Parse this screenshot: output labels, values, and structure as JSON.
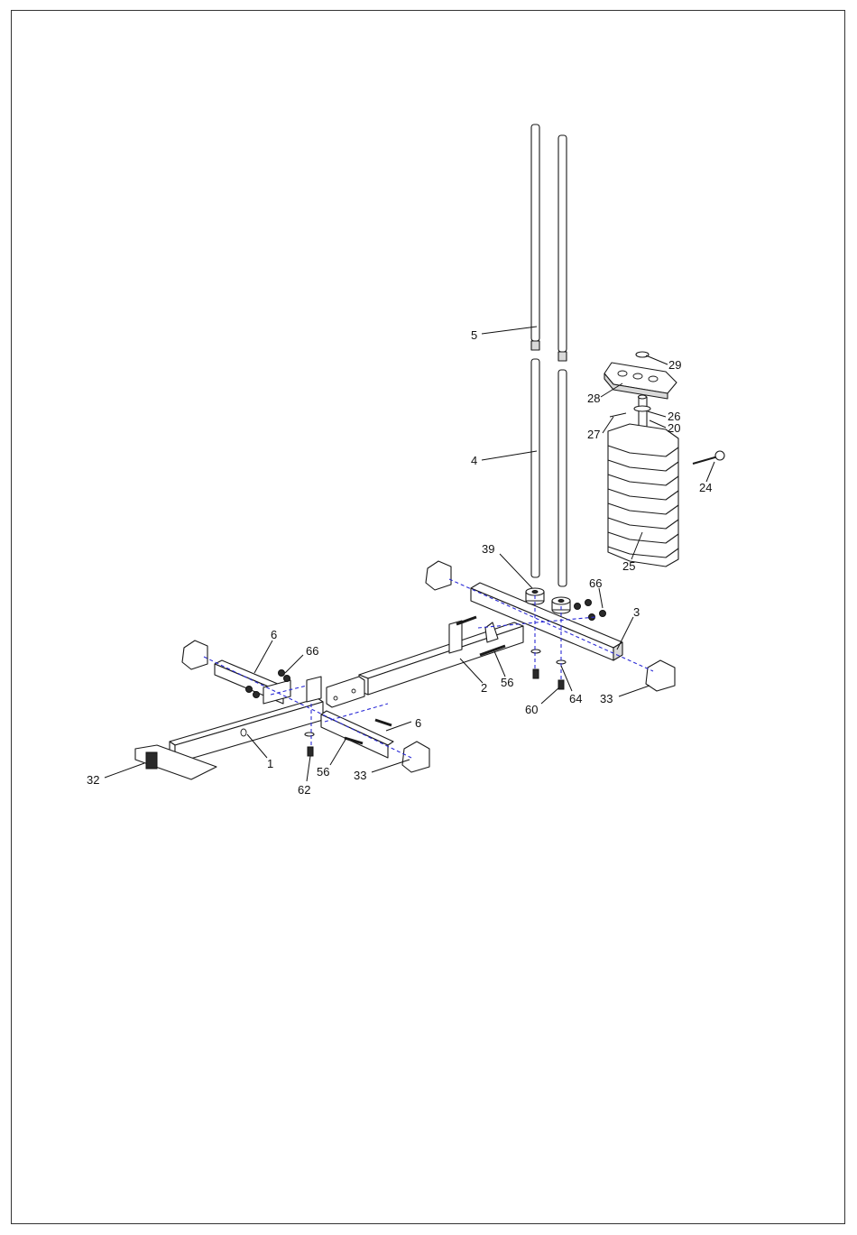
{
  "callouts": [
    {
      "id": "c5",
      "label": "5"
    },
    {
      "id": "c4",
      "label": "4"
    },
    {
      "id": "c29",
      "label": "29"
    },
    {
      "id": "c28",
      "label": "28"
    },
    {
      "id": "c26",
      "label": "26"
    },
    {
      "id": "c20",
      "label": "20"
    },
    {
      "id": "c27",
      "label": "27"
    },
    {
      "id": "c24",
      "label": "24"
    },
    {
      "id": "c25",
      "label": "25"
    },
    {
      "id": "c39",
      "label": "39"
    },
    {
      "id": "c66a",
      "label": "66"
    },
    {
      "id": "c3",
      "label": "3"
    },
    {
      "id": "c2",
      "label": "2"
    },
    {
      "id": "c56a",
      "label": "56"
    },
    {
      "id": "c64",
      "label": "64"
    },
    {
      "id": "c60",
      "label": "60"
    },
    {
      "id": "c33a",
      "label": "33"
    },
    {
      "id": "c6a",
      "label": "6"
    },
    {
      "id": "c66b",
      "label": "66"
    },
    {
      "id": "c6b",
      "label": "6"
    },
    {
      "id": "c1",
      "label": "1"
    },
    {
      "id": "c56b",
      "label": "56"
    },
    {
      "id": "c33b",
      "label": "33"
    },
    {
      "id": "c62",
      "label": "62"
    },
    {
      "id": "c32",
      "label": "32"
    }
  ],
  "colors": {
    "guide": "#2a2ad6",
    "line": "#1a1a1a"
  }
}
